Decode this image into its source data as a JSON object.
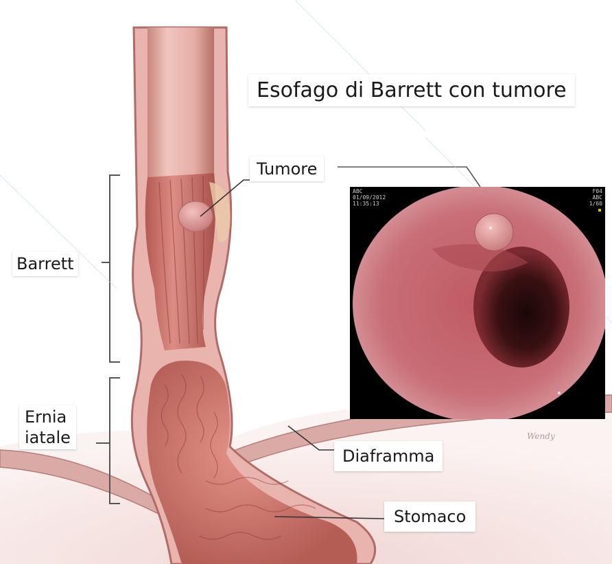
{
  "title": "Esofago di Barrett con tumore",
  "labels": {
    "tumore": "Tumore",
    "barrett": "Barrett",
    "ernia_line1": "Ernia",
    "ernia_line2": "iatale",
    "diaframma": "Diaframma",
    "stomaco": "Stomaco"
  },
  "endoscopy": {
    "osd_left_line1": "ABC",
    "osd_left_line2": "01/09/2012",
    "osd_left_line3": "11:35:13",
    "osd_right_line1": "F04",
    "osd_right_line2": "ABC",
    "osd_right_line3": "1/60"
  },
  "colors": {
    "tissue": "#d98a86",
    "tissue_dark": "#b5595a",
    "mucosa": "#c96b6f",
    "background": "#ffffff"
  }
}
